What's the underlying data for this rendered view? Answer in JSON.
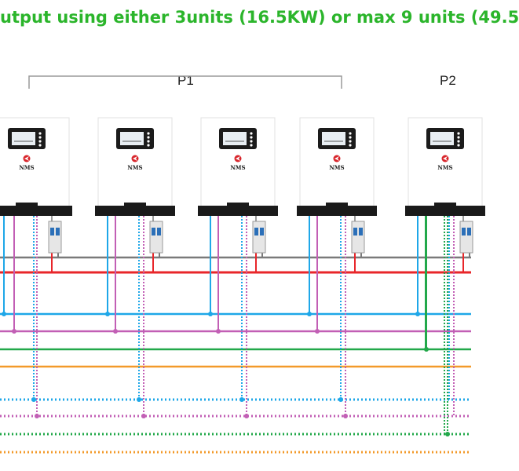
{
  "header": {
    "title": "utput using either 3units (16.5KW) or max 9 units (49.5"
  },
  "groups": {
    "p1": "P1",
    "p2": "P2"
  },
  "inverter": {
    "brand": "NMS"
  },
  "colors": {
    "title_green": "#2bb52b",
    "line_gray": "#7a7a7a",
    "line_red": "#e8262a",
    "line_blue": "#1ea7e8",
    "line_pink": "#c25fb5",
    "line_green": "#22a84a",
    "line_orange": "#f39a2a",
    "logo_red": "#d8262c"
  }
}
